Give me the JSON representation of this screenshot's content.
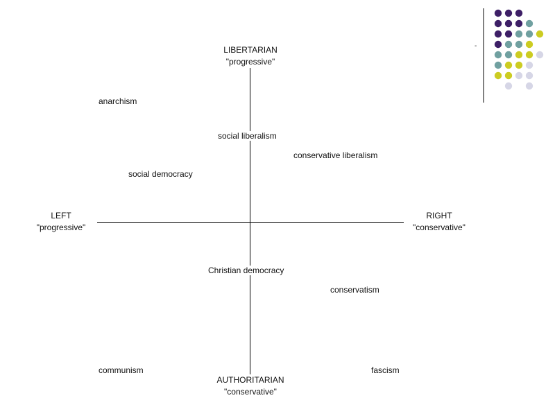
{
  "axes": {
    "top": {
      "name": "LIBERTARIAN",
      "subtitle": "\"progressive\""
    },
    "bottom": {
      "name": "AUTHORITARIAN",
      "subtitle": "\"conservative\""
    },
    "left": {
      "name": "LEFT",
      "subtitle": "\"progressive\""
    },
    "right": {
      "name": "RIGHT",
      "subtitle": "\"conservative\""
    }
  },
  "ideologies": {
    "anarchism": "anarchism",
    "social_liberalism": "social liberalism",
    "conservative_liberalism": "conservative liberalism",
    "social_democracy": "social democracy",
    "christian_democracy": "Christian democracy",
    "conservatism": "conservatism",
    "communism": "communism",
    "fascism": "fascism"
  },
  "decoration": {
    "dash": "-",
    "dot_colors": {
      "purple": "#3d1f66",
      "teal": "#70a0a0",
      "yellow": "#cccc22",
      "lavender": "#d6d6e6"
    },
    "rows": [
      [
        "purple",
        "purple",
        "purple",
        "",
        "",
        ""
      ],
      [
        "purple",
        "purple",
        "purple",
        "teal",
        "",
        ""
      ],
      [
        "purple",
        "purple",
        "teal",
        "teal",
        "yellow",
        ""
      ],
      [
        "purple",
        "teal",
        "teal",
        "yellow",
        "",
        ""
      ],
      [
        "teal",
        "teal",
        "yellow",
        "yellow",
        "lavender",
        ""
      ],
      [
        "teal",
        "yellow",
        "yellow",
        "lavender",
        "",
        ""
      ],
      [
        "yellow",
        "yellow",
        "lavender",
        "lavender",
        "",
        ""
      ],
      [
        "",
        "lavender",
        "",
        "lavender",
        "",
        ""
      ]
    ]
  }
}
